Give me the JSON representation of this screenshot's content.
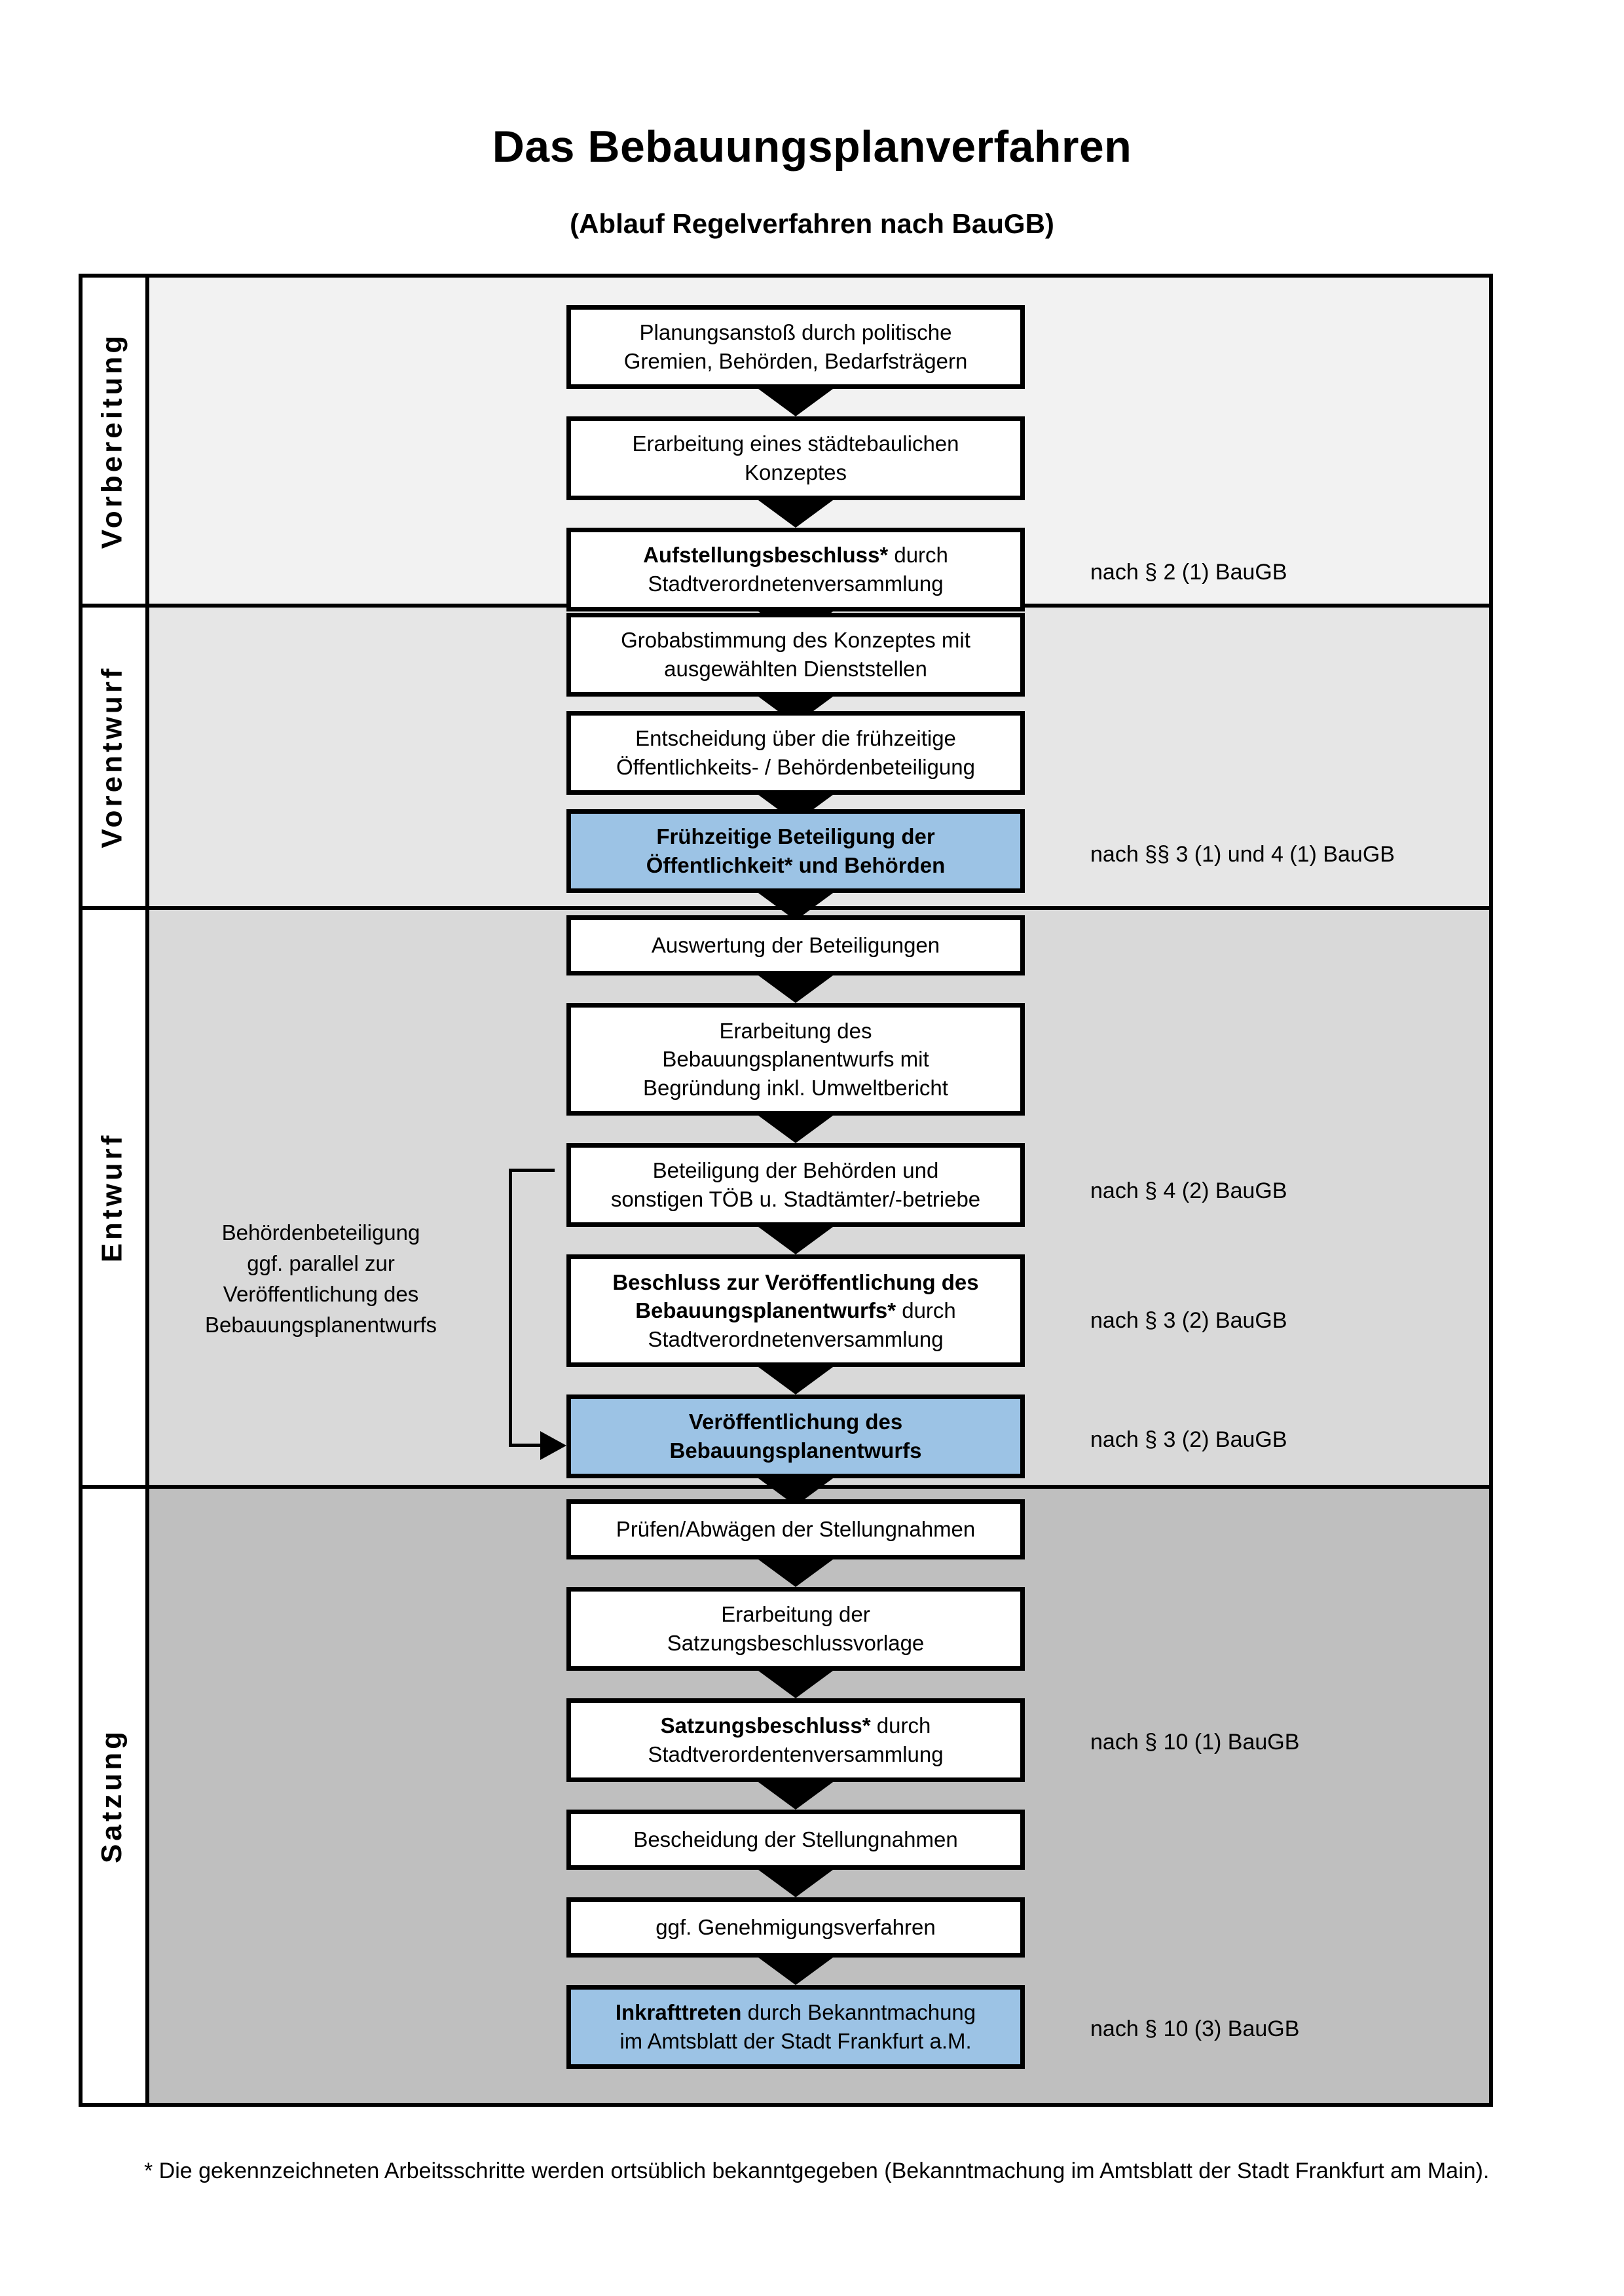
{
  "document": {
    "title": "Das Bebauungsplanverfahren",
    "subtitle": "(Ablauf Regelverfahren nach BauGB)",
    "footnote": "* Die gekennzeichneten Arbeitsschritte werden ortsüblich bekanntgegeben (Bekanntmachung im Amtsblatt  der Stadt Frankfurt am Main)."
  },
  "colors": {
    "highlight": "#9CC3E5",
    "band_1": "#F2F2F2",
    "band_2": "#E6E6E6",
    "band_3": "#D9D9D9",
    "band_4": "#BFBFBF",
    "line": "#000000",
    "box_fill": "#FFFFFF"
  },
  "phases": [
    {
      "id": "vorbereitung",
      "label": "Vorbereitung",
      "band_color": "#F2F2F2"
    },
    {
      "id": "vorentwurf",
      "label": "Vorentwurf",
      "band_color": "#E6E6E6"
    },
    {
      "id": "entwurf",
      "label": "Entwurf",
      "band_color": "#D9D9D9"
    },
    {
      "id": "satzung",
      "label": "Satzung",
      "band_color": "#BFBFBF"
    }
  ],
  "steps": [
    {
      "id": "s1",
      "phase": "vorbereitung",
      "lines": [
        "Planungsanstoß durch politische",
        "Gremien, Behörden, Bedarfsträgern"
      ],
      "bold_prefix": "",
      "highlight": false,
      "annotation": ""
    },
    {
      "id": "s2",
      "phase": "vorbereitung",
      "lines": [
        "Erarbeitung eines städtebaulichen",
        "Konzeptes"
      ],
      "bold_prefix": "",
      "highlight": false,
      "annotation": ""
    },
    {
      "id": "s3",
      "phase": "vorbereitung",
      "lines": [
        "Aufstellungsbeschluss* durch",
        "Stadtverordnetenversammlung"
      ],
      "bold_prefix": "Aufstellungsbeschluss*",
      "highlight": false,
      "annotation": "nach § 2 (1) BauGB"
    },
    {
      "id": "s4",
      "phase": "vorentwurf",
      "lines": [
        "Grobabstimmung des Konzeptes mit",
        "ausgewählten Dienststellen"
      ],
      "bold_prefix": "",
      "highlight": false,
      "annotation": ""
    },
    {
      "id": "s5",
      "phase": "vorentwurf",
      "lines": [
        "Entscheidung über die frühzeitige",
        "Öffentlichkeits- / Behördenbeteiligung"
      ],
      "bold_prefix": "",
      "highlight": false,
      "annotation": ""
    },
    {
      "id": "s6",
      "phase": "vorentwurf",
      "lines": [
        "Frühzeitige Beteiligung der",
        "Öffentlichkeit* und Behörden"
      ],
      "bold_prefix": "all",
      "highlight": true,
      "annotation": "nach §§ 3 (1) und 4 (1) BauGB"
    },
    {
      "id": "s7",
      "phase": "entwurf",
      "lines": [
        "Auswertung der Beteiligungen"
      ],
      "bold_prefix": "",
      "highlight": false,
      "annotation": ""
    },
    {
      "id": "s8",
      "phase": "entwurf",
      "lines": [
        "Erarbeitung des",
        "Bebauungsplanentwurfs mit",
        "Begründung inkl. Umweltbericht"
      ],
      "bold_prefix": "",
      "highlight": false,
      "annotation": ""
    },
    {
      "id": "s9",
      "phase": "entwurf",
      "lines": [
        "Beteiligung der Behörden und",
        "sonstigen TÖB u. Stadtämter/-betriebe"
      ],
      "bold_prefix": "",
      "highlight": false,
      "annotation": "nach § 4 (2) BauGB"
    },
    {
      "id": "s10",
      "phase": "entwurf",
      "lines": [
        "Beschluss zur Veröffentlichung des",
        "Bebauungsplanentwurfs* durch",
        "Stadtverordnetenversammlung"
      ],
      "bold_prefix": "Beschluss zur Veröffentlichung des Bebauungsplanentwurfs*",
      "highlight": false,
      "annotation": "nach § 3 (2) BauGB"
    },
    {
      "id": "s11",
      "phase": "entwurf",
      "lines": [
        "Veröffentlichung des",
        "Bebauungsplanentwurfs"
      ],
      "bold_prefix": "all",
      "highlight": true,
      "annotation": "nach § 3 (2) BauGB"
    },
    {
      "id": "s12",
      "phase": "satzung",
      "lines": [
        "Prüfen/Abwägen der Stellungnahmen"
      ],
      "bold_prefix": "",
      "highlight": false,
      "annotation": ""
    },
    {
      "id": "s13",
      "phase": "satzung",
      "lines": [
        "Erarbeitung der",
        "Satzungsbeschlussvorlage"
      ],
      "bold_prefix": "",
      "highlight": false,
      "annotation": ""
    },
    {
      "id": "s14",
      "phase": "satzung",
      "lines": [
        "Satzungsbeschluss* durch",
        "Stadtverordentenversammlung"
      ],
      "bold_prefix": "Satzungsbeschluss*",
      "highlight": false,
      "annotation": "nach § 10 (1) BauGB"
    },
    {
      "id": "s15",
      "phase": "satzung",
      "lines": [
        "Bescheidung der Stellungnahmen"
      ],
      "bold_prefix": "",
      "highlight": false,
      "annotation": ""
    },
    {
      "id": "s16",
      "phase": "satzung",
      "lines": [
        "ggf. Genehmigungsverfahren"
      ],
      "bold_prefix": "",
      "highlight": false,
      "annotation": ""
    },
    {
      "id": "s17",
      "phase": "satzung",
      "lines": [
        "Inkrafttreten durch Bekanntmachung",
        "im Amtsblatt der Stadt Frankfurt a.M."
      ],
      "bold_prefix": "Inkrafttreten",
      "highlight": true,
      "annotation": "nach § 10 (3) BauGB"
    }
  ],
  "side_note": {
    "lines": [
      "Behördenbeteiligung",
      "ggf. parallel zur",
      "Veröffentlichung des",
      "Bebauungsplanentwurfs"
    ],
    "text": "Behördenbeteiligung ggf. parallel zur Veröffentlichung des Bebauungsplanentwurfs"
  },
  "annotations": {
    "a3": "nach § 2 (1) BauGB",
    "a6": "nach §§ 3 (1) und 4 (1) BauGB",
    "a9": "nach § 4 (2) BauGB",
    "a10": "nach § 3 (2) BauGB",
    "a11": "nach § 3 (2) BauGB",
    "a14": "nach § 10 (1) BauGB",
    "a17": "nach § 10 (3) BauGB"
  },
  "step_text": {
    "s1_l1": "Planungsanstoß durch politische",
    "s1_l2": "Gremien, Behörden, Bedarfsträgern",
    "s2_l1": "Erarbeitung eines städtebaulichen",
    "s2_l2": "Konzeptes",
    "s3_l1a": "Aufstellungsbeschluss*",
    "s3_l1b": " durch",
    "s3_l2": "Stadtverordnetenversammlung",
    "s4_l1": "Grobabstimmung des Konzeptes mit",
    "s4_l2": "ausgewählten Dienststellen",
    "s5_l1": "Entscheidung über die frühzeitige",
    "s5_l2": "Öffentlichkeits- / Behördenbeteiligung",
    "s6_l1": "Frühzeitige Beteiligung der",
    "s6_l2": "Öffentlichkeit* und Behörden",
    "s7_l1": "Auswertung der Beteiligungen",
    "s8_l1": "Erarbeitung des",
    "s8_l2": "Bebauungsplanentwurfs mit",
    "s8_l3": "Begründung inkl. Umweltbericht",
    "s9_l1": "Beteiligung der Behörden und",
    "s9_l2": "sonstigen TÖB u. Stadtämter/-betriebe",
    "s10_l1": "Beschluss zur Veröffentlichung des",
    "s10_l2a": "Bebauungsplanentwurfs*",
    "s10_l2b": " durch",
    "s10_l3": "Stadtverordnetenversammlung",
    "s11_l1": "Veröffentlichung des",
    "s11_l2": "Bebauungsplanentwurfs",
    "s12_l1": "Prüfen/Abwägen der Stellungnahmen",
    "s13_l1": "Erarbeitung der",
    "s13_l2": "Satzungsbeschlussvorlage",
    "s14_l1a": "Satzungsbeschluss*",
    "s14_l1b": " durch",
    "s14_l2": "Stadtverordentenversammlung",
    "s15_l1": "Bescheidung der Stellungnahmen",
    "s16_l1": "ggf. Genehmigungsverfahren",
    "s17_l1a": "Inkrafttreten",
    "s17_l1b": " durch Bekanntmachung",
    "s17_l2": "im Amtsblatt der Stadt Frankfurt a.M."
  },
  "side_note_lines": {
    "l1": "Behördenbeteiligung",
    "l2": "ggf. parallel zur",
    "l3": "Veröffentlichung des",
    "l4": "Bebauungsplanentwurfs"
  },
  "phase_labels": {
    "p1": "Vorbereitung",
    "p2": "Vorentwurf",
    "p3": "Entwurf",
    "p4": "Satzung"
  }
}
